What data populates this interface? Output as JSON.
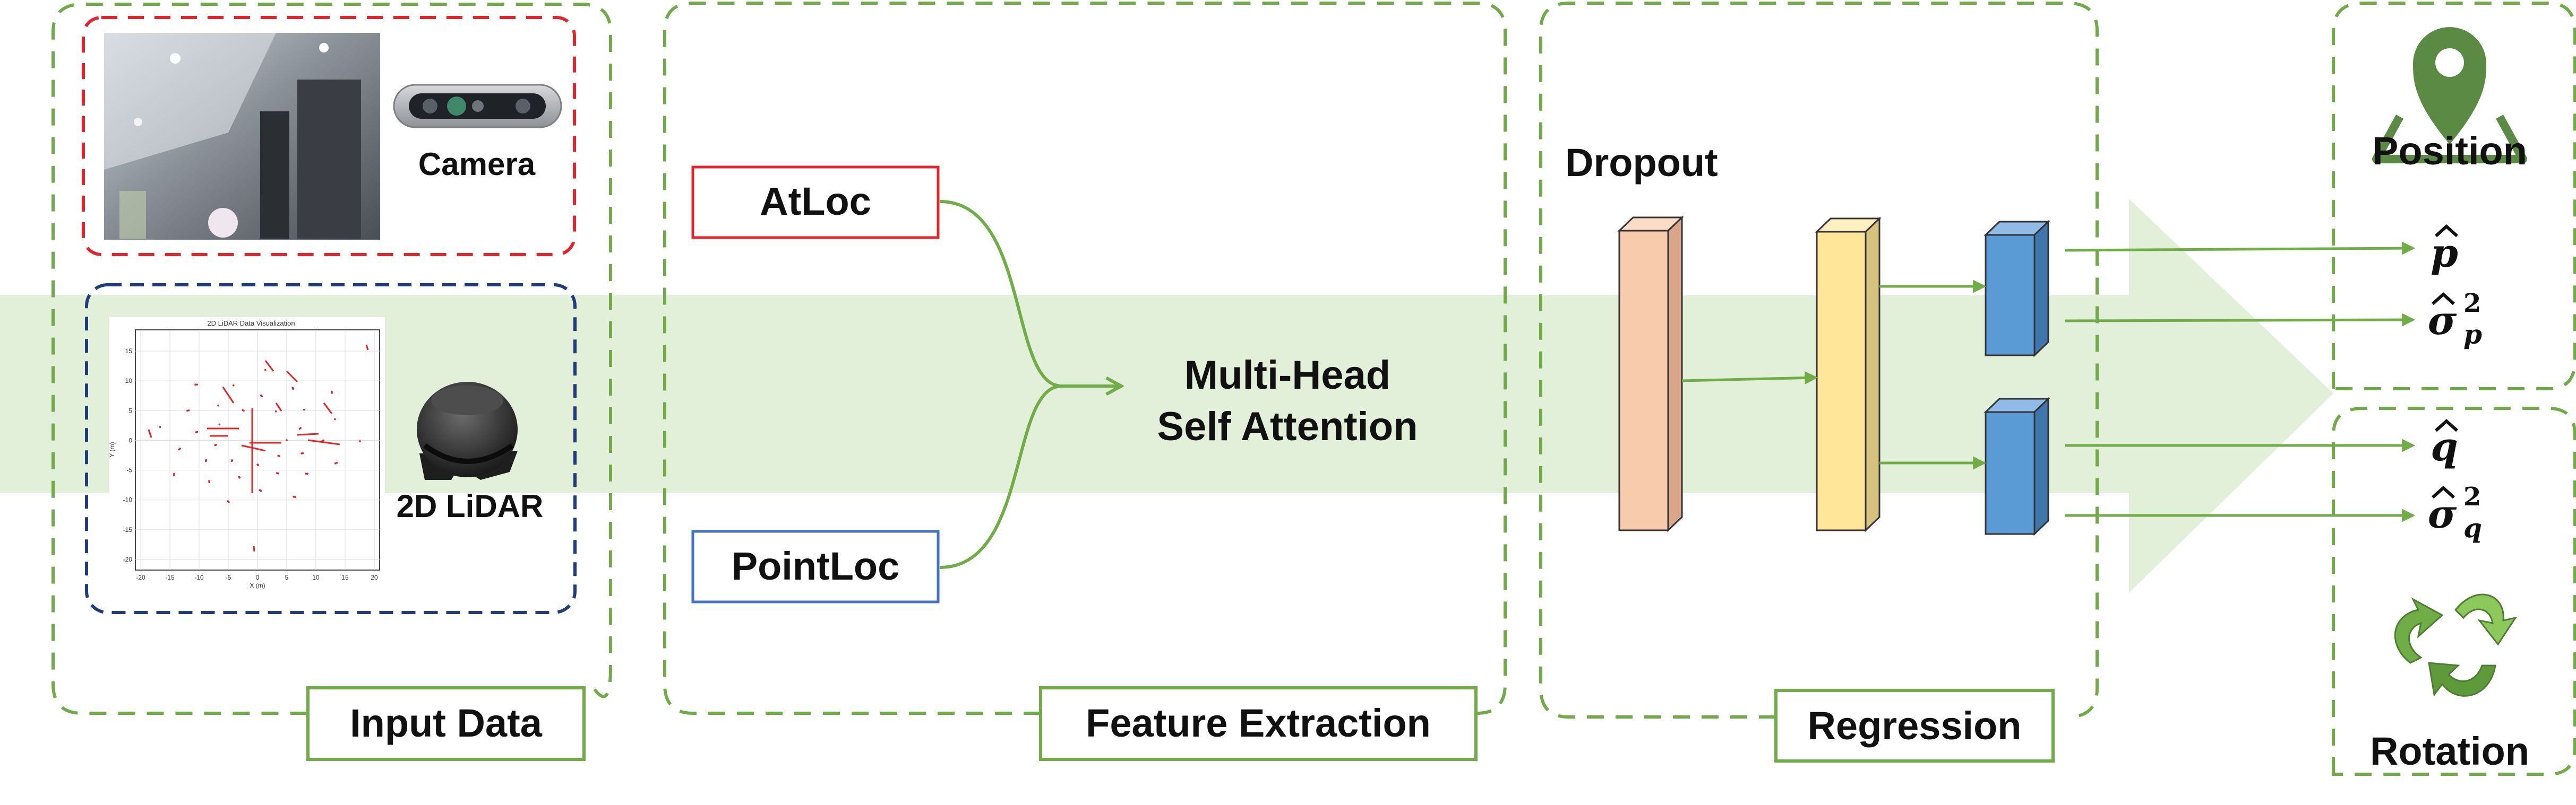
{
  "sections": {
    "input": "Input Data",
    "feature": "Feature Extraction",
    "regression": "Regression"
  },
  "input_data": {
    "camera_label": "Camera",
    "lidar_label": "2D LiDAR",
    "lidar_plot_title": "2D LiDAR Data Visualization",
    "lidar_plot_xlabel": "X (m)",
    "lidar_plot_ylabel": "Y (m)",
    "lidar_x_ticks": [
      "-20",
      "-15",
      "-10",
      "-5",
      "0",
      "5",
      "10",
      "15",
      "20"
    ],
    "lidar_y_ticks": [
      "15",
      "10",
      "5",
      "0",
      "-5",
      "-10",
      "-15",
      "-20"
    ]
  },
  "feature_extraction": {
    "branch_top": "AtLoc",
    "branch_bottom": "PointLoc",
    "attention_line1": "Multi-Head",
    "attention_line2": "Self Attention"
  },
  "regression": {
    "dropout_label": "Dropout"
  },
  "outputs": {
    "position_label": "Position",
    "rotation_label": "Rotation",
    "p_hat": "p",
    "sigma_p": "σ",
    "sigma_p_sub": "p",
    "q_hat": "q",
    "sigma_q": "σ",
    "sigma_q_sub": "q",
    "squared": "2"
  },
  "colors": {
    "dashed_green": "#71ab48",
    "flow_band": "#e2efd9",
    "camera_box": "#e3242b",
    "lidar_box": "#1f3d7a",
    "atloc_border": "#e3242b",
    "pointloc_border": "#4472c4",
    "arrow_green": "#70ad47",
    "dropout_block": "#f8cbad",
    "yellow_block": "#ffe699",
    "blue_block": "#5b9bd5",
    "position_icon": "#5b8a45",
    "rotation_icon": "#70ad47",
    "lidar_points": "#e3242b"
  }
}
